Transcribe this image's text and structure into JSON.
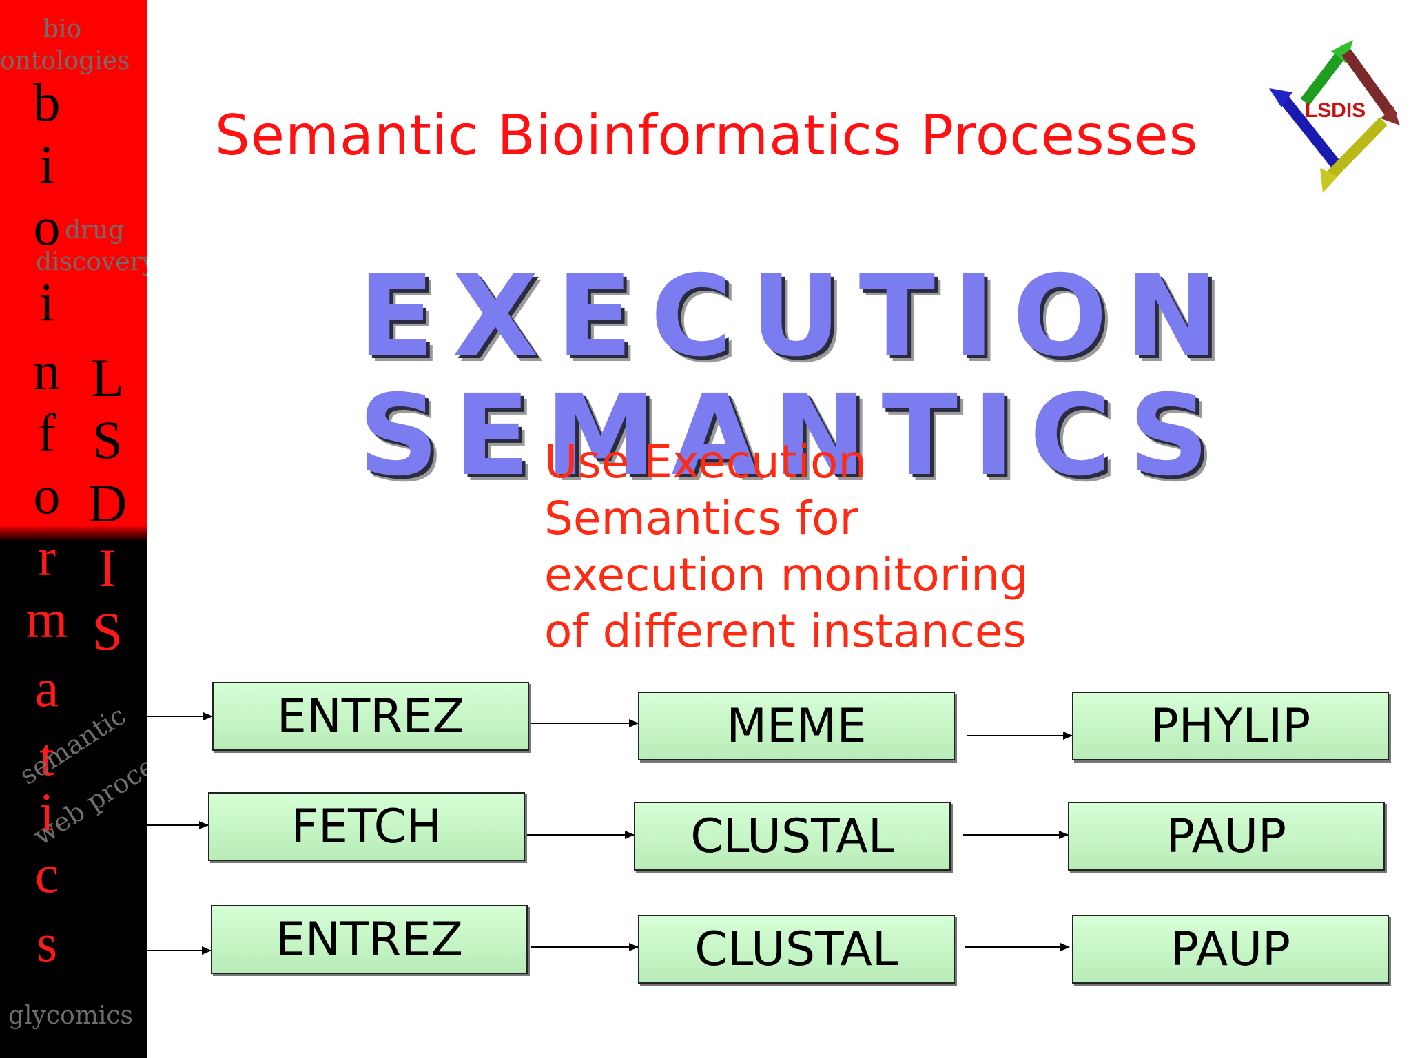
{
  "sidebar": {
    "tags": {
      "bio_ontologies_line1": "bio",
      "bio_ontologies_line2": "ontologies",
      "drug_discovery_line1": "drug",
      "drug_discovery_line2": "discovery",
      "semantic_web_process_line1": "semantic",
      "semantic_web_process_line2": "web process",
      "glycomics": "glycomics"
    },
    "column_bioinformatics": [
      "b",
      "i",
      "o",
      "i",
      "n",
      "f",
      "o",
      "r",
      "m",
      "a",
      "t",
      "i",
      "c",
      "s"
    ],
    "column_lsdis": [
      "L",
      "S",
      "D",
      "I",
      "S"
    ],
    "colors": {
      "top": "#ff0000",
      "bottom": "#000000"
    }
  },
  "header": {
    "title": "Semantic Bioinformatics Processes",
    "logo_text": "LSDIS",
    "logo_icon": "lsdis-arrows-logo-icon"
  },
  "heading": {
    "line1": "EXECUTION",
    "line2": "SEMANTICS",
    "color": "#7b7cf0"
  },
  "note": {
    "line1": "Use Execution",
    "line2": "Semantics for",
    "line3": "execution monitoring",
    "line4": "of different instances",
    "color": "#ff2a12"
  },
  "processes": {
    "rows": [
      [
        "ENTREZ",
        "MEME",
        "PHYLIP"
      ],
      [
        "FETCH",
        "CLUSTAL",
        "PAUP"
      ],
      [
        "ENTREZ",
        "CLUSTAL",
        "PAUP"
      ]
    ],
    "box_color": "#c8f5c8"
  }
}
